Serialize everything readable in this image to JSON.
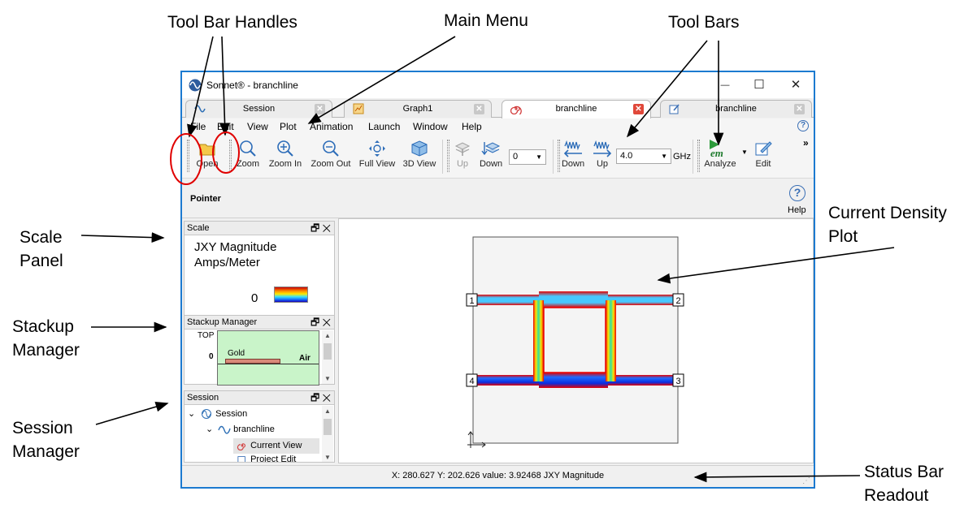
{
  "callouts": {
    "toolbar_handles": "Tool Bar Handles",
    "main_menu": "Main Menu",
    "tool_bars": "Tool Bars",
    "current_density": "Current Density\n Plot",
    "scale_panel": "Scale\nPanel",
    "stackup_manager": "Stackup\nManager",
    "session_manager": "Session\nManager",
    "status_readout": "Status Bar\nReadout"
  },
  "window": {
    "title": "Sonnet® - branchline",
    "minimize": "—",
    "maximize": "☐",
    "close": "✕"
  },
  "tabs": [
    {
      "label": "Session",
      "icon": "session-wave-icon"
    },
    {
      "label": "Graph1",
      "icon": "graph-icon"
    },
    {
      "label": "branchline",
      "icon": "spiral-icon"
    },
    {
      "label": "branchline",
      "icon": "editor-icon"
    }
  ],
  "menu": {
    "file": "File",
    "edit": "Edit",
    "view": "View",
    "plot": "Plot",
    "animation": "Animation",
    "launch": "Launch",
    "window": "Window",
    "help": "Help"
  },
  "toolbar": {
    "open": "Open",
    "zoom": "Zoom",
    "zoom_in": "Zoom In",
    "zoom_out": "Zoom Out",
    "full_view": "Full View",
    "view_3d": "3D View",
    "level_up": "Up",
    "level_down": "Down",
    "level_value": "0",
    "freq_down": "Down",
    "freq_up": "Up",
    "freq_value": "4.0",
    "freq_unit": "GHz",
    "analyze": "Analyze",
    "analyze_logo": "em",
    "edit": "Edit",
    "overflow": "»"
  },
  "pointer": {
    "label": "Pointer",
    "help": "Help"
  },
  "scale_panel": {
    "title": "Scale",
    "quantity": "JXY Magnitude",
    "units": "Amps/Meter",
    "min_value": "0"
  },
  "stackup_panel": {
    "title": "Stackup Manager",
    "top_label": "TOP",
    "level": "0",
    "metal": "Gold",
    "dielectric": "Air"
  },
  "session_panel": {
    "title": "Session",
    "items": [
      "Session",
      "branchline",
      "Current View",
      "Project Edit"
    ]
  },
  "ports": [
    "1",
    "2",
    "3",
    "4"
  ],
  "status": {
    "text": "X: 280.627 Y: 202.626 value: 3.92468 JXY Magnitude"
  },
  "colors": {
    "window_border": "#1c7ad0",
    "active_tab_close": "#e0483a",
    "handle_circle": "#e00000"
  }
}
